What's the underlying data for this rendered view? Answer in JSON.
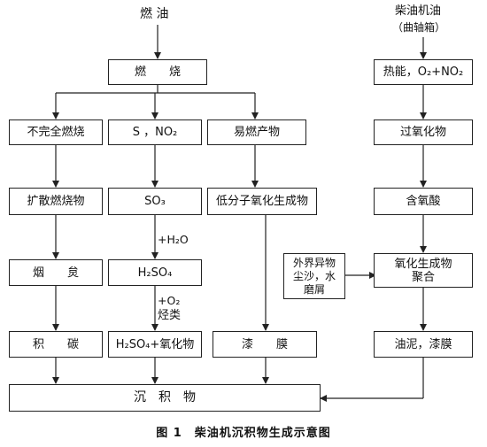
{
  "top_labels": {
    "fuel": "燃 油",
    "diesel_oil": "柴油机油",
    "crankcase": "（曲轴箱）"
  },
  "boxes": {
    "combustion": "燃　　烧",
    "incomplete": "不完全燃烧",
    "s_no2": "S ，NO₂",
    "flammable": "易燃产物",
    "diffuse": "扩散燃烧物",
    "so3": "SO₃",
    "lowmol": "低分子氧化生成物",
    "soot": "烟　　炱",
    "h2so4": "H₂SO₄",
    "carbon": "积　　碳",
    "h2so4_oxide": "H₂SO₄+氧化物",
    "varnish_left": "漆　　膜",
    "deposit": "沉　积　物",
    "heat": "热能，O₂+NO₂",
    "peroxide": "过氧化物",
    "oxyacid": "含氧酸",
    "external": "外界异物\n尘沙，水\n磨屑",
    "polymer": "氧化生成物\n聚合",
    "sludge": "油泥，漆膜"
  },
  "arrow_labels": {
    "h2o": "+H₂O",
    "o2": "+O₂",
    "hydrocarbon": "烃类"
  },
  "caption": "图 1　柴油机沉积物生成示意图"
}
